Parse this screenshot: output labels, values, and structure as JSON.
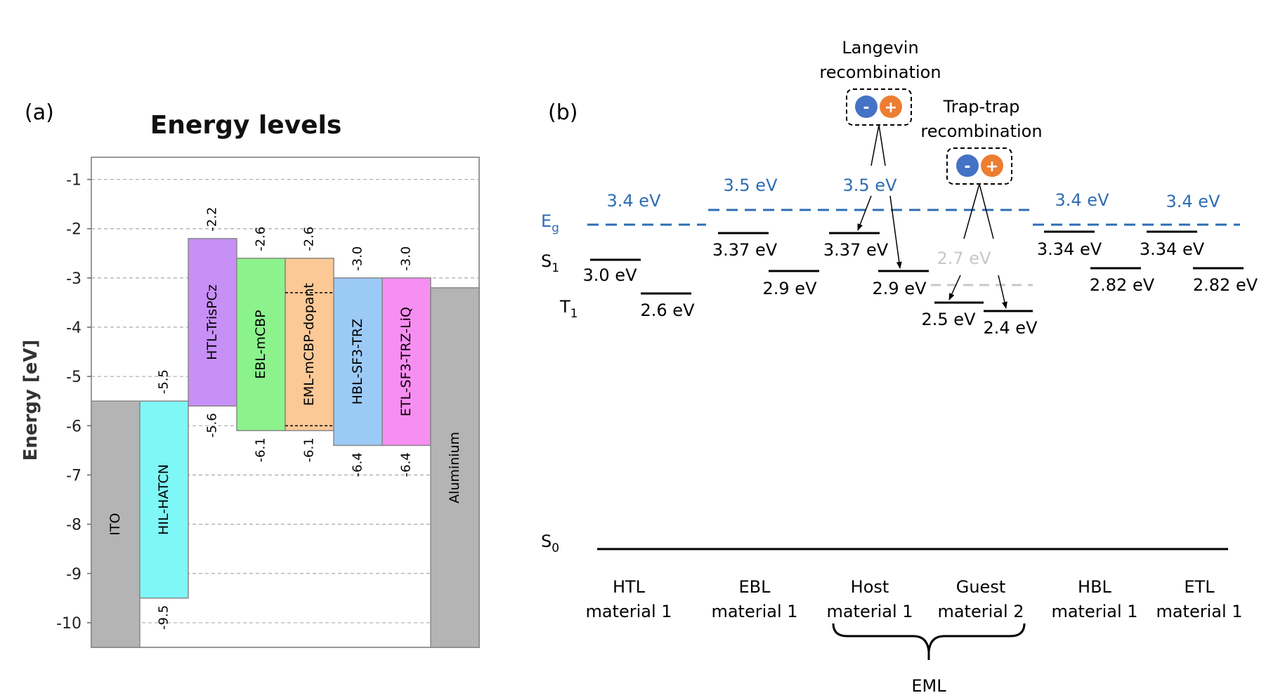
{
  "panel_a": {
    "label": "(a)",
    "chart_data": {
      "type": "bar",
      "title": "Energy levels",
      "ylabel": "Energy [eV]",
      "ylim": [
        -10.5,
        -0.55
      ],
      "yticks": [
        -1,
        -2,
        -3,
        -4,
        -5,
        -6,
        -7,
        -8,
        -9,
        -10
      ],
      "ytick_labels": [
        "-1",
        "-2",
        "-3",
        "-4",
        "-5",
        "-6",
        "-7",
        "-8",
        "-9",
        "-10"
      ],
      "grid": "horizontal dashed",
      "layers": [
        {
          "name": "ITO",
          "top": -5.5,
          "bottom": -10.5,
          "color": "#b4b4b4",
          "labels": []
        },
        {
          "name": "HIL-HATCN",
          "top": -5.5,
          "bottom": -9.5,
          "color": "#7ff7f7",
          "labels": [
            "-5.5",
            "-9.5"
          ]
        },
        {
          "name": "HTL-TrisPCz",
          "top": -2.2,
          "bottom": -5.6,
          "color": "#c790f7",
          "labels": [
            "-2.2",
            "-5.6"
          ]
        },
        {
          "name": "EBL-mCBP",
          "top": -2.6,
          "bottom": -6.1,
          "color": "#8cf28c",
          "labels": [
            "-2.6",
            "-6.1"
          ]
        },
        {
          "name": "EML-mCBP-dopant",
          "top": -2.6,
          "bottom": -6.1,
          "color": "#fbc896",
          "labels": [
            "-2.6",
            "-6.1"
          ],
          "dopant_top": -3.3,
          "dopant_bottom": -6.0
        },
        {
          "name": "HBL-SF3-TRZ",
          "top": -3.0,
          "bottom": -6.4,
          "color": "#9ccaf7",
          "labels": [
            "-3.0",
            "-6.4"
          ]
        },
        {
          "name": "ETL-SF3-TRZ-LiQ",
          "top": -3.0,
          "bottom": -6.4,
          "color": "#f78ef2",
          "labels": [
            "-3.0",
            "-6.4"
          ]
        },
        {
          "name": "Aluminium",
          "top": -3.2,
          "bottom": -10.5,
          "color": "#b4b4b4",
          "labels": []
        }
      ]
    }
  },
  "panel_b": {
    "label": "(b)",
    "states": {
      "eg": "E",
      "eg_sub": "g",
      "s1": "S",
      "s1_sub": "1",
      "t1": "T",
      "t1_sub": "1",
      "s0": "S",
      "s0_sub": "0"
    },
    "langevin": {
      "line1": "Langevin",
      "line2": "recombination"
    },
    "traptrap": {
      "line1": "Trap-trap",
      "line2": "recombination"
    },
    "charges": {
      "minus": "-",
      "plus": "+"
    },
    "colors": {
      "eg_blue": "#2e6db4",
      "minus": "#4472c4",
      "plus": "#ed7d31",
      "trap_gray": "#c8c8c8"
    },
    "eg_values": [
      "3.4 eV",
      "3.5 eV",
      "3.5 eV",
      "3.4 eV",
      "3.4 eV"
    ],
    "trap_eg": "2.7 eV",
    "s1_values": [
      "3.0 eV",
      "3.37 eV",
      "3.37 eV",
      "3.34 eV",
      "3.34 eV"
    ],
    "t1_values": [
      "2.6 eV",
      "2.9 eV",
      "2.9 eV",
      "2.82 eV",
      "2.82 eV"
    ],
    "guest_levels": [
      "2.5 eV",
      "2.4 eV"
    ],
    "materials": [
      {
        "line1": "HTL",
        "line2": "material 1"
      },
      {
        "line1": "EBL",
        "line2": "material 1"
      },
      {
        "line1": "Host",
        "line2": "material 1"
      },
      {
        "line1": "Guest",
        "line2": "material 2"
      },
      {
        "line1": "HBL",
        "line2": "material 1"
      },
      {
        "line1": "ETL",
        "line2": "material 1"
      }
    ],
    "eml_label": "EML"
  }
}
